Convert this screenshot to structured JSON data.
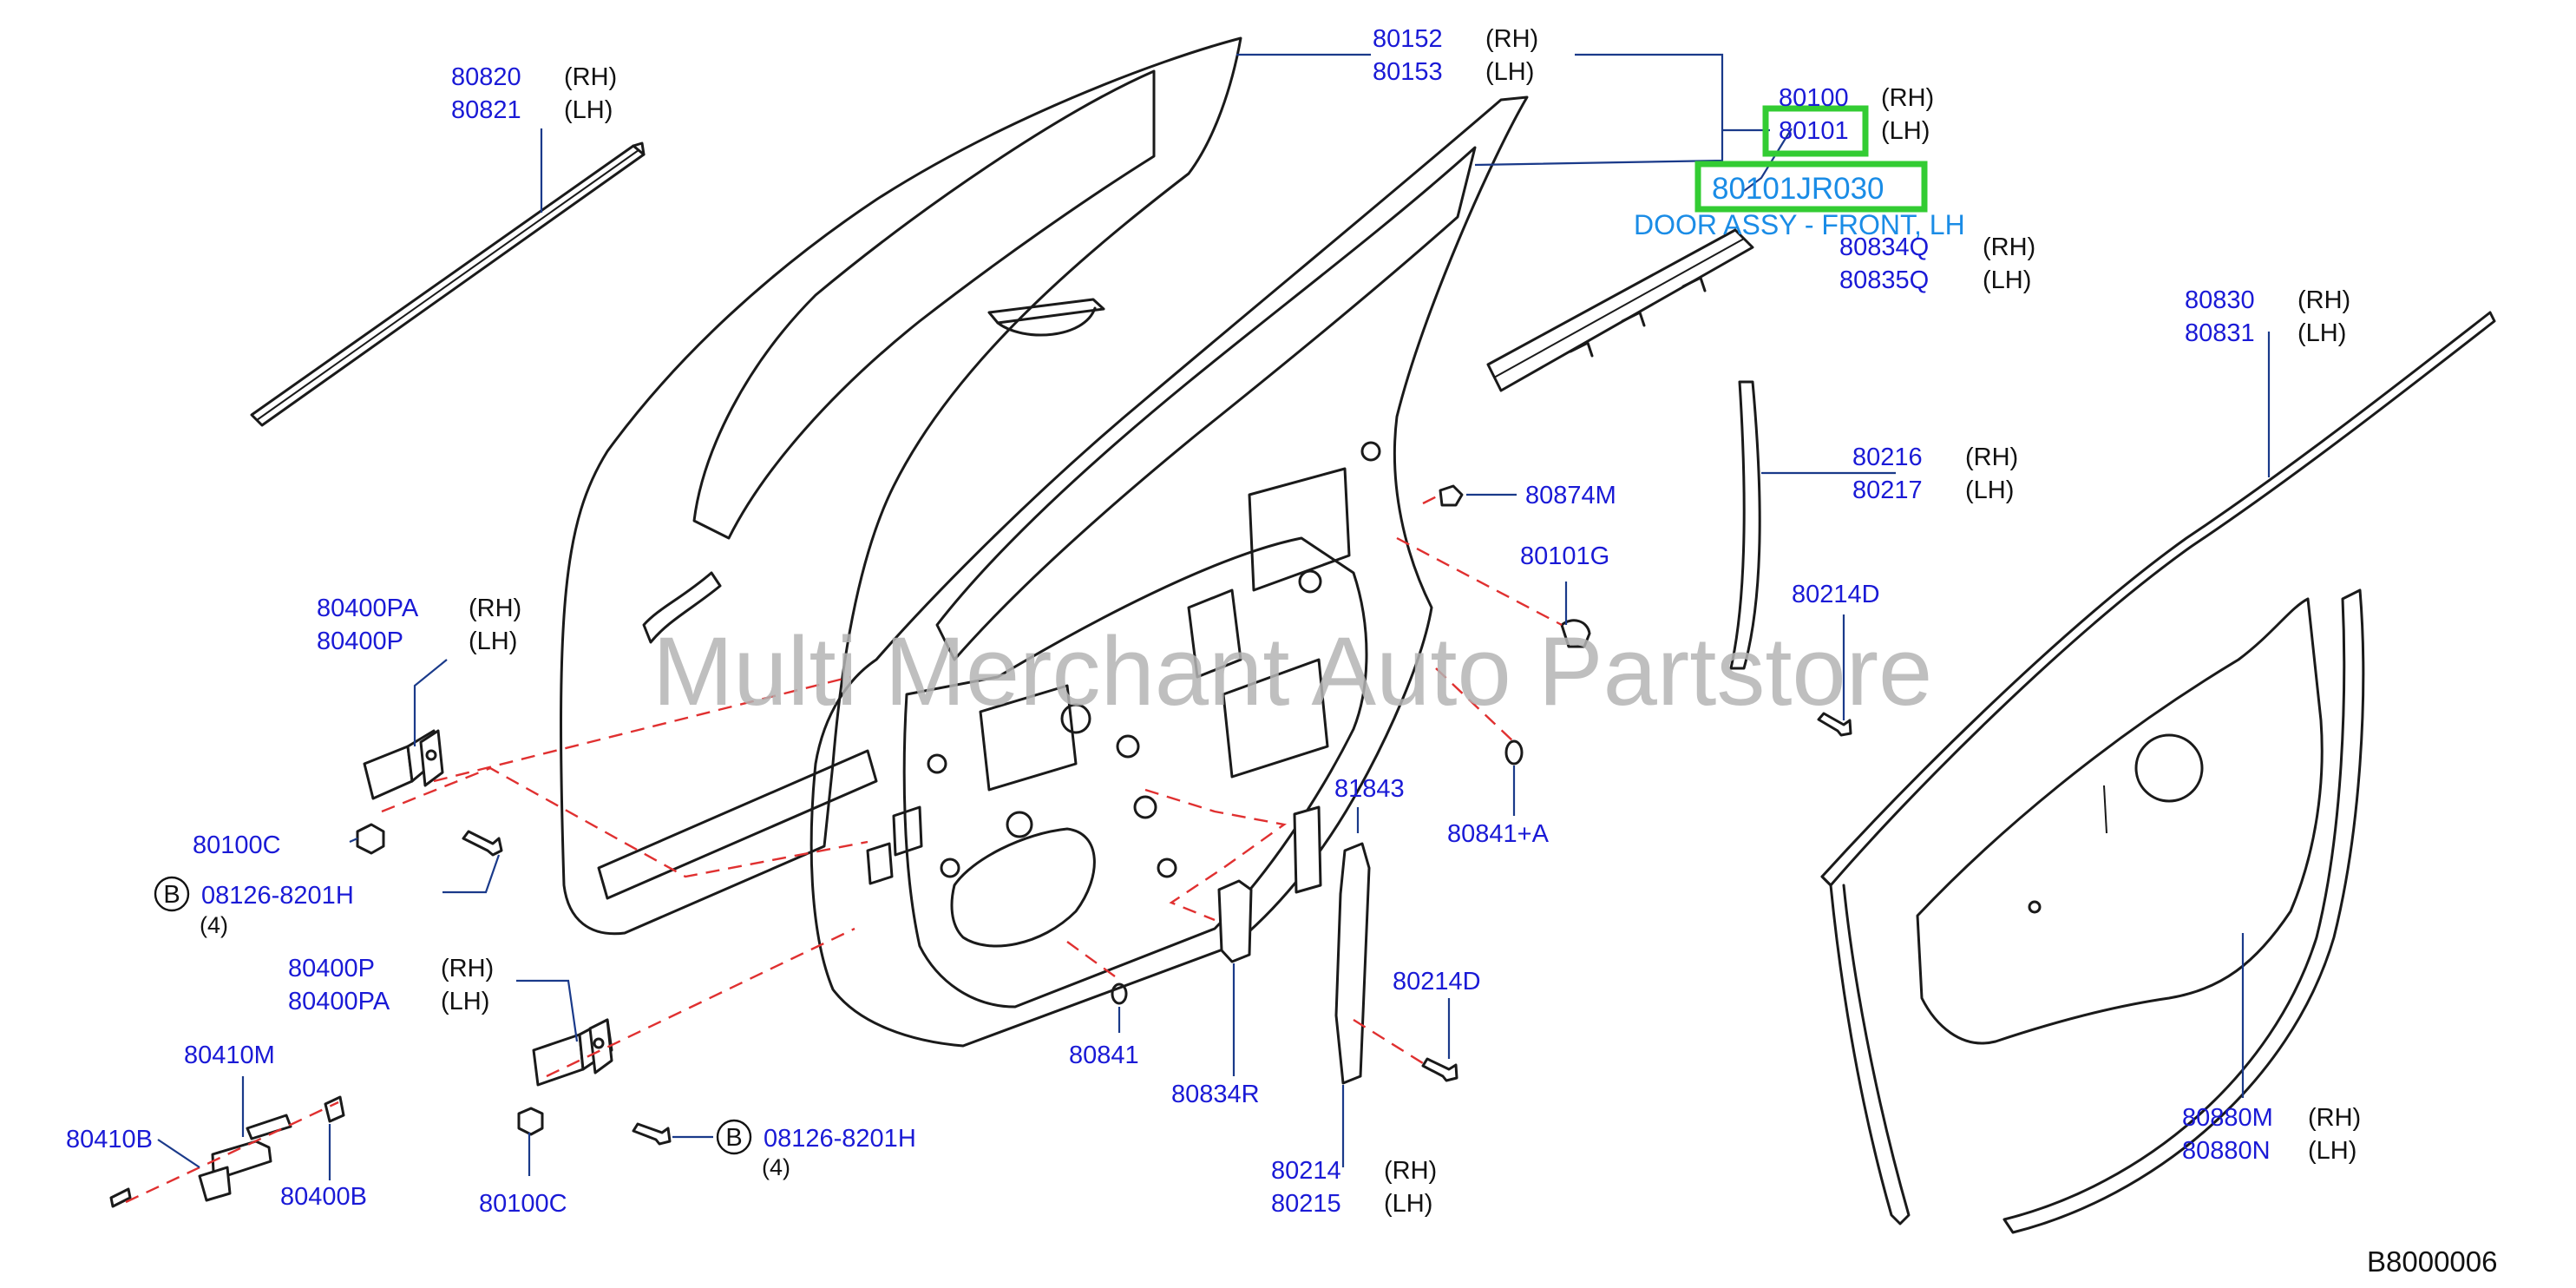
{
  "diagram_code": "B8000006",
  "watermark": "Multi Merchant Auto Partstore",
  "highlight": {
    "part_number": "80101JR030",
    "description": "DOOR ASSY - FRONT, LH"
  },
  "labels": {
    "l80820": {
      "pn": "80820",
      "side": "(RH)"
    },
    "l80821": {
      "pn": "80821",
      "side": "(LH)"
    },
    "l80152": {
      "pn": "80152",
      "side": "(RH)"
    },
    "l80153": {
      "pn": "80153",
      "side": "(LH)"
    },
    "l80100": {
      "pn": "80100",
      "side": "(RH)"
    },
    "l80101": {
      "pn": "80101",
      "side": "(LH)"
    },
    "l80834Q": {
      "pn": "80834Q",
      "side": "(RH)"
    },
    "l80835Q": {
      "pn": "80835Q",
      "side": "(LH)"
    },
    "l80830": {
      "pn": "80830",
      "side": "(RH)"
    },
    "l80831": {
      "pn": "80831",
      "side": "(LH)"
    },
    "l80216": {
      "pn": "80216",
      "side": "(RH)"
    },
    "l80217": {
      "pn": "80217",
      "side": "(LH)"
    },
    "l80874M": {
      "pn": "80874M"
    },
    "l80101G": {
      "pn": "80101G"
    },
    "l80214D_top": {
      "pn": "80214D"
    },
    "l80400PA_top": {
      "pn": "80400PA",
      "side": "(RH)"
    },
    "l80400P_top": {
      "pn": "80400P",
      "side": "(LH)"
    },
    "l80100C_top": {
      "pn": "80100C"
    },
    "l08126_top": {
      "pn": "08126-8201H",
      "circle": "B",
      "qty": "(4)"
    },
    "l81843": {
      "pn": "81843"
    },
    "l80841A": {
      "pn": "80841+A"
    },
    "l80400P_bot": {
      "pn": "80400P",
      "side": "(RH)"
    },
    "l80400PA_bot": {
      "pn": "80400PA",
      "side": "(LH)"
    },
    "l80410M": {
      "pn": "80410M"
    },
    "l80410B": {
      "pn": "80410B"
    },
    "l80400B": {
      "pn": "80400B"
    },
    "l80100C_bot": {
      "pn": "80100C"
    },
    "l08126_bot": {
      "pn": "08126-8201H",
      "circle": "B",
      "qty": "(4)"
    },
    "l80841": {
      "pn": "80841"
    },
    "l80834R": {
      "pn": "80834R"
    },
    "l80214D_bot": {
      "pn": "80214D"
    },
    "l80214": {
      "pn": "80214",
      "side": "(RH)"
    },
    "l80215": {
      "pn": "80215",
      "side": "(LH)"
    },
    "l80880M": {
      "pn": "80880M",
      "side": "(RH)"
    },
    "l80880N": {
      "pn": "80880N",
      "side": "(LH)"
    }
  },
  "colors": {
    "part_number_text": "#1a1ad6",
    "highlight_text": "#1a8ce6",
    "highlight_box": "#33cc33",
    "leader_line": "#1a3a8a",
    "dashed_guide": "#e03030",
    "watermark": "#b4b4b4"
  }
}
